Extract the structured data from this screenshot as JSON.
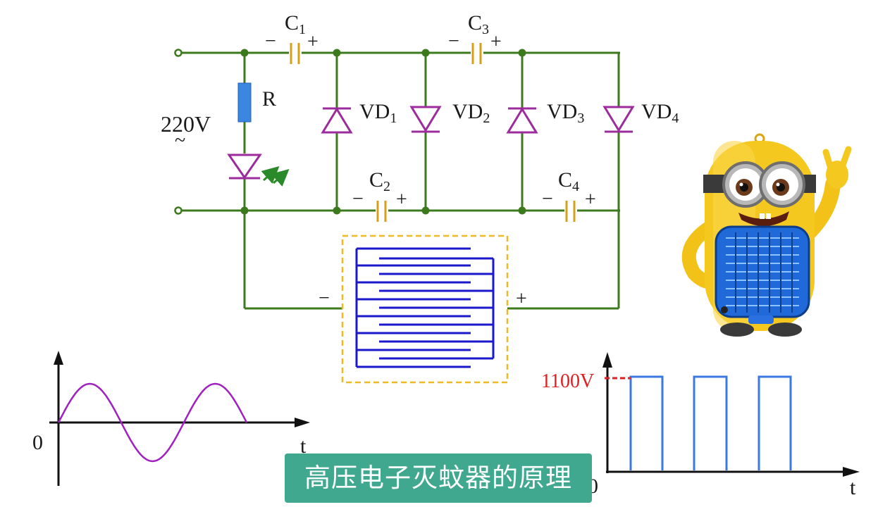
{
  "circuit": {
    "source_voltage": "220V",
    "ac_symbol": "~",
    "resistor_label": "R",
    "capacitors": [
      {
        "name": "C",
        "sub": "1"
      },
      {
        "name": "C",
        "sub": "2"
      },
      {
        "name": "C",
        "sub": "3"
      },
      {
        "name": "C",
        "sub": "4"
      }
    ],
    "diodes": [
      {
        "name": "VD",
        "sub": "1"
      },
      {
        "name": "VD",
        "sub": "2"
      },
      {
        "name": "VD",
        "sub": "3"
      },
      {
        "name": "VD",
        "sub": "4"
      }
    ],
    "minus_sign": "−",
    "plus_sign": "+"
  },
  "sine_graph": {
    "origin_label": "0",
    "axis_label": "t"
  },
  "pulse_graph": {
    "origin_label": "0",
    "axis_label": "t",
    "level_label": "1100V"
  },
  "caption": "高压电子灭蚊器的原理",
  "colors": {
    "wire": "#3d7a1e",
    "capacitor": "#d6a019",
    "diode": "#9c2b9c",
    "resistor": "#3a86e0",
    "grid": "#1a1acc",
    "grid_box": "#f0b822",
    "sine": "#a020c0",
    "pulse": "#3a7ae0",
    "pulse_level": "#e02020",
    "caption_bg": "#3fa88f"
  }
}
